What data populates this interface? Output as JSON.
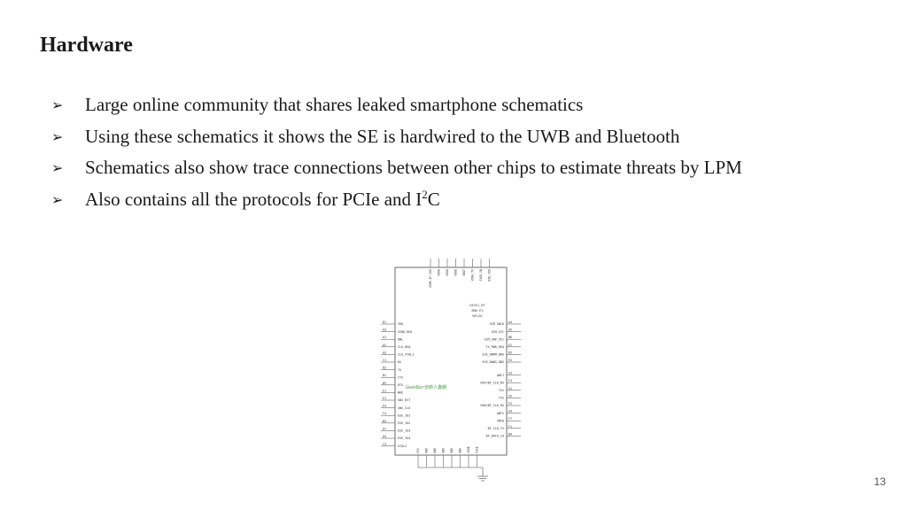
{
  "slide": {
    "title": "Hardware",
    "bullets": [
      {
        "text": "Large online community that shares leaked smartphone schematics"
      },
      {
        "text": "Using these schematics it shows the SE is hardwired to the UWB and Bluetooth"
      },
      {
        "text": "Schematics also show trace connections between other chips to estimate threats by LPM"
      },
      {
        "text": "Also contains all the protocols for PCIe and I",
        "sup": "2",
        "tail": "C"
      }
    ],
    "bullet_icon": "arrow-bullet-icon",
    "page_number": "13"
  },
  "schematic": {
    "chip_name": "U5351_RF",
    "chip_part": "BN6 EV",
    "chip_pkg": "WFLGA",
    "watermark": "GeekBar创新人鑫朝",
    "left_pins": [
      {
        "pin": "D1",
        "name": "IRQ"
      },
      {
        "pin": "A3",
        "name": "SVDD_REQ"
      },
      {
        "pin": "A1",
        "name": "DWL"
      },
      {
        "pin": "A2",
        "name": "CLK_REQ"
      },
      {
        "pin": "A3",
        "name": "CLK_XTAL1"
      },
      {
        "pin": "C1",
        "name": "RX"
      },
      {
        "pin": "D2",
        "name": "TX"
      },
      {
        "pin": "B1",
        "name": "CTS"
      },
      {
        "pin": "B3",
        "name": "RTS"
      },
      {
        "pin": "E1",
        "name": "WKE"
      },
      {
        "pin": "E1",
        "name": "SWX_RST"
      },
      {
        "pin": "E4",
        "name": "SWX_CLK"
      },
      {
        "pin": "F4",
        "name": "ESE_IO1"
      },
      {
        "pin": "B3",
        "name": "ESE_IO2"
      },
      {
        "pin": "A7",
        "name": "ESE_IO3"
      },
      {
        "pin": "A4",
        "name": "ESE_IO4"
      },
      {
        "pin": "C3",
        "name": "XTAL2"
      }
    ],
    "right_pins": [
      {
        "pin": "A4",
        "name": "SIM_SWIO"
      },
      {
        "pin": "A5",
        "name": "SIM_VCC"
      },
      {
        "pin": "B6",
        "name": "SIM_SWP_VCC"
      },
      {
        "pin": "E2",
        "name": "TX_PWR_REQ"
      },
      {
        "pin": "D5",
        "name": "ESE_DWPM_DBG"
      },
      {
        "pin": "E5",
        "name": "ESE_DWDG_DBG"
      },
      {
        "pin": "G3",
        "name": "ANT1"
      },
      {
        "pin": "F4",
        "name": "RXP/BF_CLK_RX"
      },
      {
        "pin": "G1",
        "name": "TX1"
      },
      {
        "pin": "G5",
        "name": "TX2"
      },
      {
        "pin": "F5",
        "name": "RXN/BF_CLK_RX"
      },
      {
        "pin": "G4",
        "name": "ANT2"
      },
      {
        "pin": "F7",
        "name": "VMID"
      },
      {
        "pin": "F1",
        "name": "BF_CLK_TX"
      },
      {
        "pin": "B4",
        "name": "BF_DATA_IO"
      }
    ],
    "top_pins": [
      "VDDP_IF_VDD",
      "VDDA",
      "VDDD",
      "VDDE",
      "VBAT",
      "VDDA_TX",
      "SVDD_IN",
      "ESE_VDD"
    ],
    "bottom_pins": [
      "VSS",
      "GND",
      "GND",
      "GND",
      "GND",
      "GND",
      "VDDE",
      "FUSE"
    ]
  }
}
